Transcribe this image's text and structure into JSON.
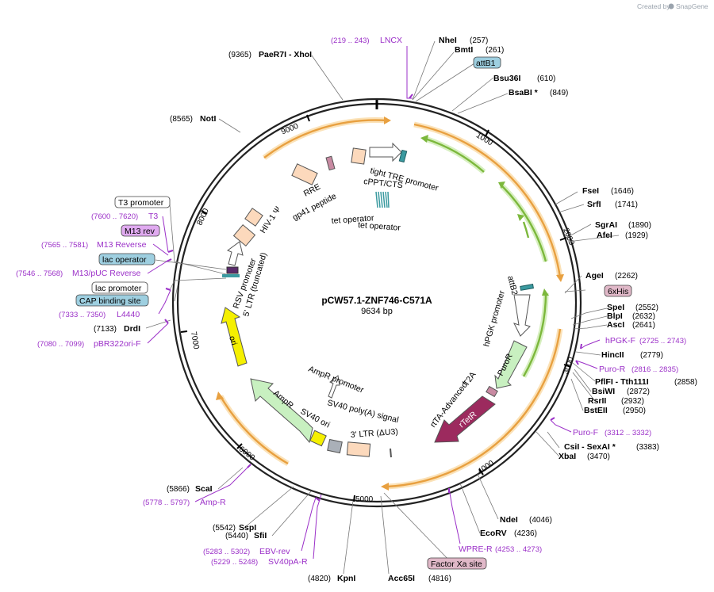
{
  "credit": {
    "created_by": "Created by",
    "brand": "SnapGene"
  },
  "plasmid": {
    "name": "pCW57.1-ZNF746-C571A",
    "length": "9634 bp"
  },
  "ticks": [
    "1000",
    "2000",
    "3000",
    "4000",
    "5000",
    "6000",
    "7000",
    "8000",
    "9000"
  ],
  "sites": {
    "nhei": {
      "name": "NheI",
      "pos": "(257)"
    },
    "bmti": {
      "name": "BmtI",
      "pos": "(261)"
    },
    "bsu36i": {
      "name": "Bsu36I",
      "pos": "(610)"
    },
    "bsabi": {
      "name": "BsaBI *",
      "pos": "(849)"
    },
    "fsei": {
      "name": "FseI",
      "pos": "(1646)"
    },
    "srfi": {
      "name": "SrfI",
      "pos": "(1741)"
    },
    "sgrai": {
      "name": "SgrAI",
      "pos": "(1890)"
    },
    "afei": {
      "name": "AfeI",
      "pos": "(1929)"
    },
    "agei": {
      "name": "AgeI",
      "pos": "(2262)"
    },
    "spei": {
      "name": "SpeI",
      "pos": "(2552)"
    },
    "blpi": {
      "name": "BlpI",
      "pos": "(2632)"
    },
    "asci": {
      "name": "AscI",
      "pos": "(2641)"
    },
    "hincii": {
      "name": "HincII",
      "pos": "(2779)"
    },
    "pflfi": {
      "name": "PflFI - Tth111I",
      "pos": "(2858)"
    },
    "bsiwi": {
      "name": "BsiWI",
      "pos": "(2872)"
    },
    "rsrii": {
      "name": "RsrII",
      "pos": "(2932)"
    },
    "bsteii": {
      "name": "BstEII",
      "pos": "(2950)"
    },
    "csii": {
      "name": "CsiI - SexAI *",
      "pos": "(3383)"
    },
    "xbai": {
      "name": "XbaI",
      "pos": "(3470)"
    },
    "ndei": {
      "name": "NdeI",
      "pos": "(4046)"
    },
    "ecorv": {
      "name": "EcoRV",
      "pos": "(4236)"
    },
    "acc65i": {
      "name": "Acc65I",
      "pos": "(4816)"
    },
    "kpni": {
      "name": "KpnI",
      "pos": "(4820)"
    },
    "sfii": {
      "name": "SfiI",
      "pos": "(5440)"
    },
    "sspi": {
      "name": "SspI",
      "pos": "(5542)"
    },
    "scai": {
      "name": "ScaI",
      "pos": "(5866)"
    },
    "drdi": {
      "name": "DrdI",
      "pos": "(7133)"
    },
    "noti": {
      "name": "NotI",
      "pos": "(8565)"
    },
    "paer7i": {
      "name": "PaeR7I - XhoI",
      "pos": "(9365)"
    }
  },
  "primers": {
    "lncx": {
      "name": "LNCX",
      "range": "(219 .. 243)"
    },
    "hpgkf": {
      "name": "hPGK-F",
      "range": "(2725 .. 2743)"
    },
    "puror": {
      "name": "Puro-R",
      "range": "(2816 .. 2835)"
    },
    "purof": {
      "name": "Puro-F",
      "range": "(3312 .. 3332)"
    },
    "wprer": {
      "name": "WPRE-R",
      "range": "(4253 .. 4273)"
    },
    "ebvrev": {
      "name": "EBV-rev",
      "range": "(5283 .. 5302)"
    },
    "sv40par": {
      "name": "SV40pA-R",
      "range": "(5229 .. 5248)"
    },
    "ampr": {
      "name": "Amp-R",
      "range": "(5778 .. 5797)"
    },
    "pbr322": {
      "name": "pBR322ori-F",
      "range": "(7080 .. 7099)"
    },
    "l4440": {
      "name": "L4440",
      "range": "(7333 .. 7350)"
    },
    "m13puc": {
      "name": "M13/pUC Reverse",
      "range": "(7546 .. 7568)"
    },
    "m13rev": {
      "name": "M13 Reverse",
      "range": "(7565 .. 7581)"
    },
    "t3": {
      "name": "T3",
      "range": "(7600 .. 7620)"
    }
  },
  "boxed": {
    "attb1": "attB1",
    "sixhis": "6xHis",
    "factorxa": "Factor Xa site",
    "t3promoter": "T3 promoter",
    "m13rev": "M13 rev",
    "lacoperator": "lac operator",
    "lacpromoter": "lac promoter",
    "cap": "CAP binding site"
  },
  "features": {
    "tight_tre": "tight TRE promoter",
    "cppt": "cPPT/CTS",
    "rre": "RRE",
    "gp41": "gp41 peptide",
    "tetop1": "tet operator",
    "tetop2": "tet operator",
    "hiv": "HIV-1 Ψ",
    "rsv": "RSV promoter",
    "ltr5": "5' LTR (truncated)",
    "attb2": "attB2",
    "hpgk": "hPGK promoter",
    "puror": "PuroR",
    "t2a": "T2A",
    "rtta": "rtTA-Advanced",
    "rtetr": "rTetR",
    "ampr_promoter": "AmpR promoter",
    "ampr": "AmpR",
    "sv40polya": "SV40 poly(A) signal",
    "sv40ori": "SV40 ori",
    "ltr3": "3' LTR (ΔU3)",
    "ori": "ori"
  },
  "colors": {
    "backbone": "#222222",
    "orf_orange": "#e8a040",
    "orf_green": "#7cb83c",
    "primer": "#9b30c8",
    "box_blue": "#9ecfe0",
    "box_pink": "#e0b8c8",
    "box_violet": "#e0aaf0",
    "rtetr": "#9c2a5e",
    "ori_yellow": "#f5f000",
    "ampr_green": "#c8f0c0",
    "peach": "#fcd9bc"
  }
}
